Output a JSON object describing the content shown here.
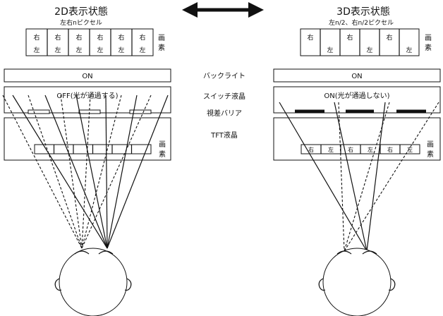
{
  "left": {
    "title": "2D表示状態",
    "subtitle": "左右nピクセル",
    "pixel_top_labels": [
      "右",
      "右",
      "右",
      "右",
      "右",
      "右"
    ],
    "pixel_bottom_labels": [
      "左",
      "左",
      "左",
      "左",
      "左",
      "左"
    ],
    "pixel_side_label": "画\n素",
    "backlight_text": "ON",
    "switch_text": "OFF(光が通過する)",
    "tft_pixel_label": "画\n素"
  },
  "right": {
    "title": "3D表示状態",
    "subtitle": "左n/2、右n/2ピクセル",
    "pixel_top_labels": [
      "右",
      "",
      "右",
      "",
      "右",
      ""
    ],
    "pixel_bottom_labels": [
      "",
      "左",
      "",
      "左",
      "",
      "左"
    ],
    "pixel_side_label": "画\n素",
    "backlight_text": "ON",
    "switch_text": "ON(光が通過しない)",
    "tft_cells": [
      "右",
      "左",
      "右",
      "左",
      "右",
      "左"
    ],
    "tft_pixel_label": "画\n素"
  },
  "center_labels": {
    "backlight": "バックライト",
    "switch_lcd": "スイッチ液晶",
    "parallax_barrier": "視差バリア",
    "tft_lcd": "TFT液晶"
  },
  "arrow_icon": "double-arrow-icon"
}
